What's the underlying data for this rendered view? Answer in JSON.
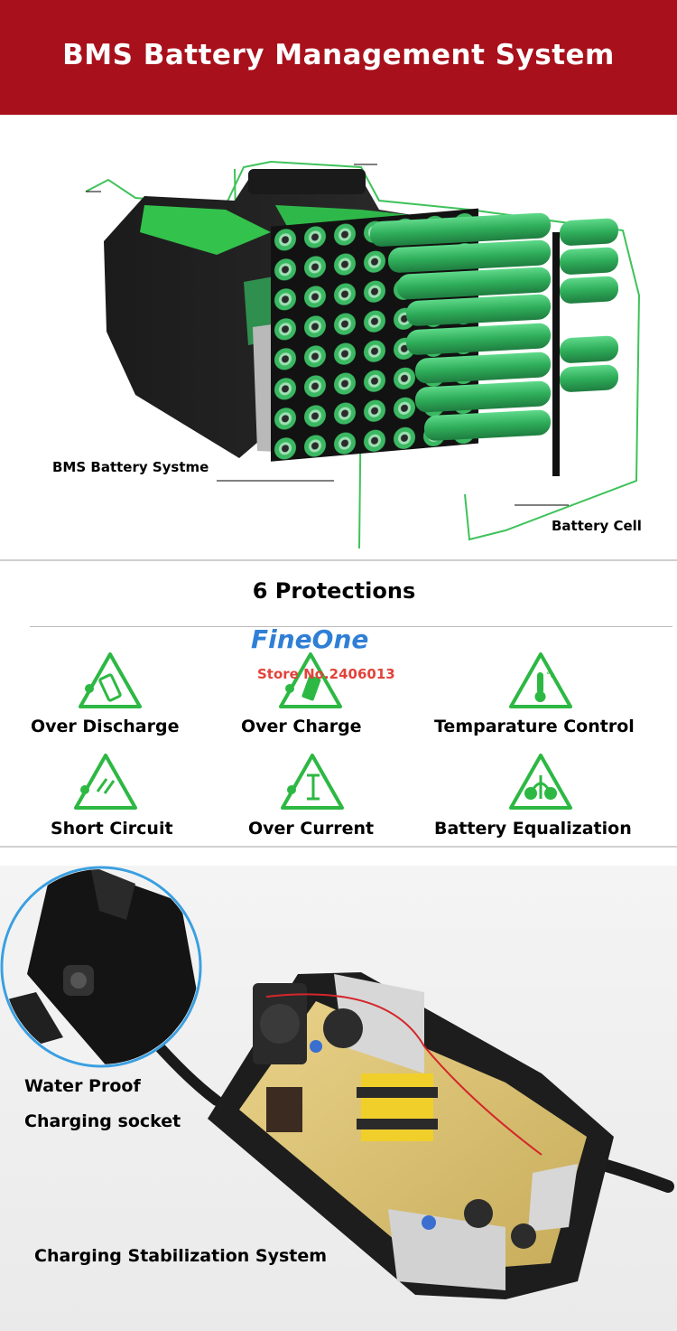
{
  "header": {
    "title": "BMS Battery Management System"
  },
  "battery": {
    "bms_label": "BMS Battery Systme",
    "cell_label": "Battery Cell"
  },
  "protections": {
    "title": "6 Protections",
    "items": [
      {
        "label": "Over Discharge",
        "icon": "battery-discharge-icon"
      },
      {
        "label": "Over Charge",
        "icon": "battery-charge-icon"
      },
      {
        "label": "Temparature Control",
        "icon": "thermometer-icon"
      },
      {
        "label": "Short Circuit",
        "icon": "short-circuit-icon"
      },
      {
        "label": "Over Current",
        "icon": "current-icon"
      },
      {
        "label": "Battery Equalization",
        "icon": "equalization-icon"
      }
    ]
  },
  "watermark": {
    "brand": "FineOne",
    "store": "Store No.2406013"
  },
  "charger": {
    "waterproof_line1": "Water Proof",
    "waterproof_line2": "Charging socket",
    "system_label": "Charging Stabilization System"
  },
  "colors": {
    "header": "#a8101b",
    "accent_green": "#2db843",
    "cell_green": "#3dbf6a",
    "watermark_blue": "#2f7fd6",
    "watermark_red": "#e2433a"
  }
}
